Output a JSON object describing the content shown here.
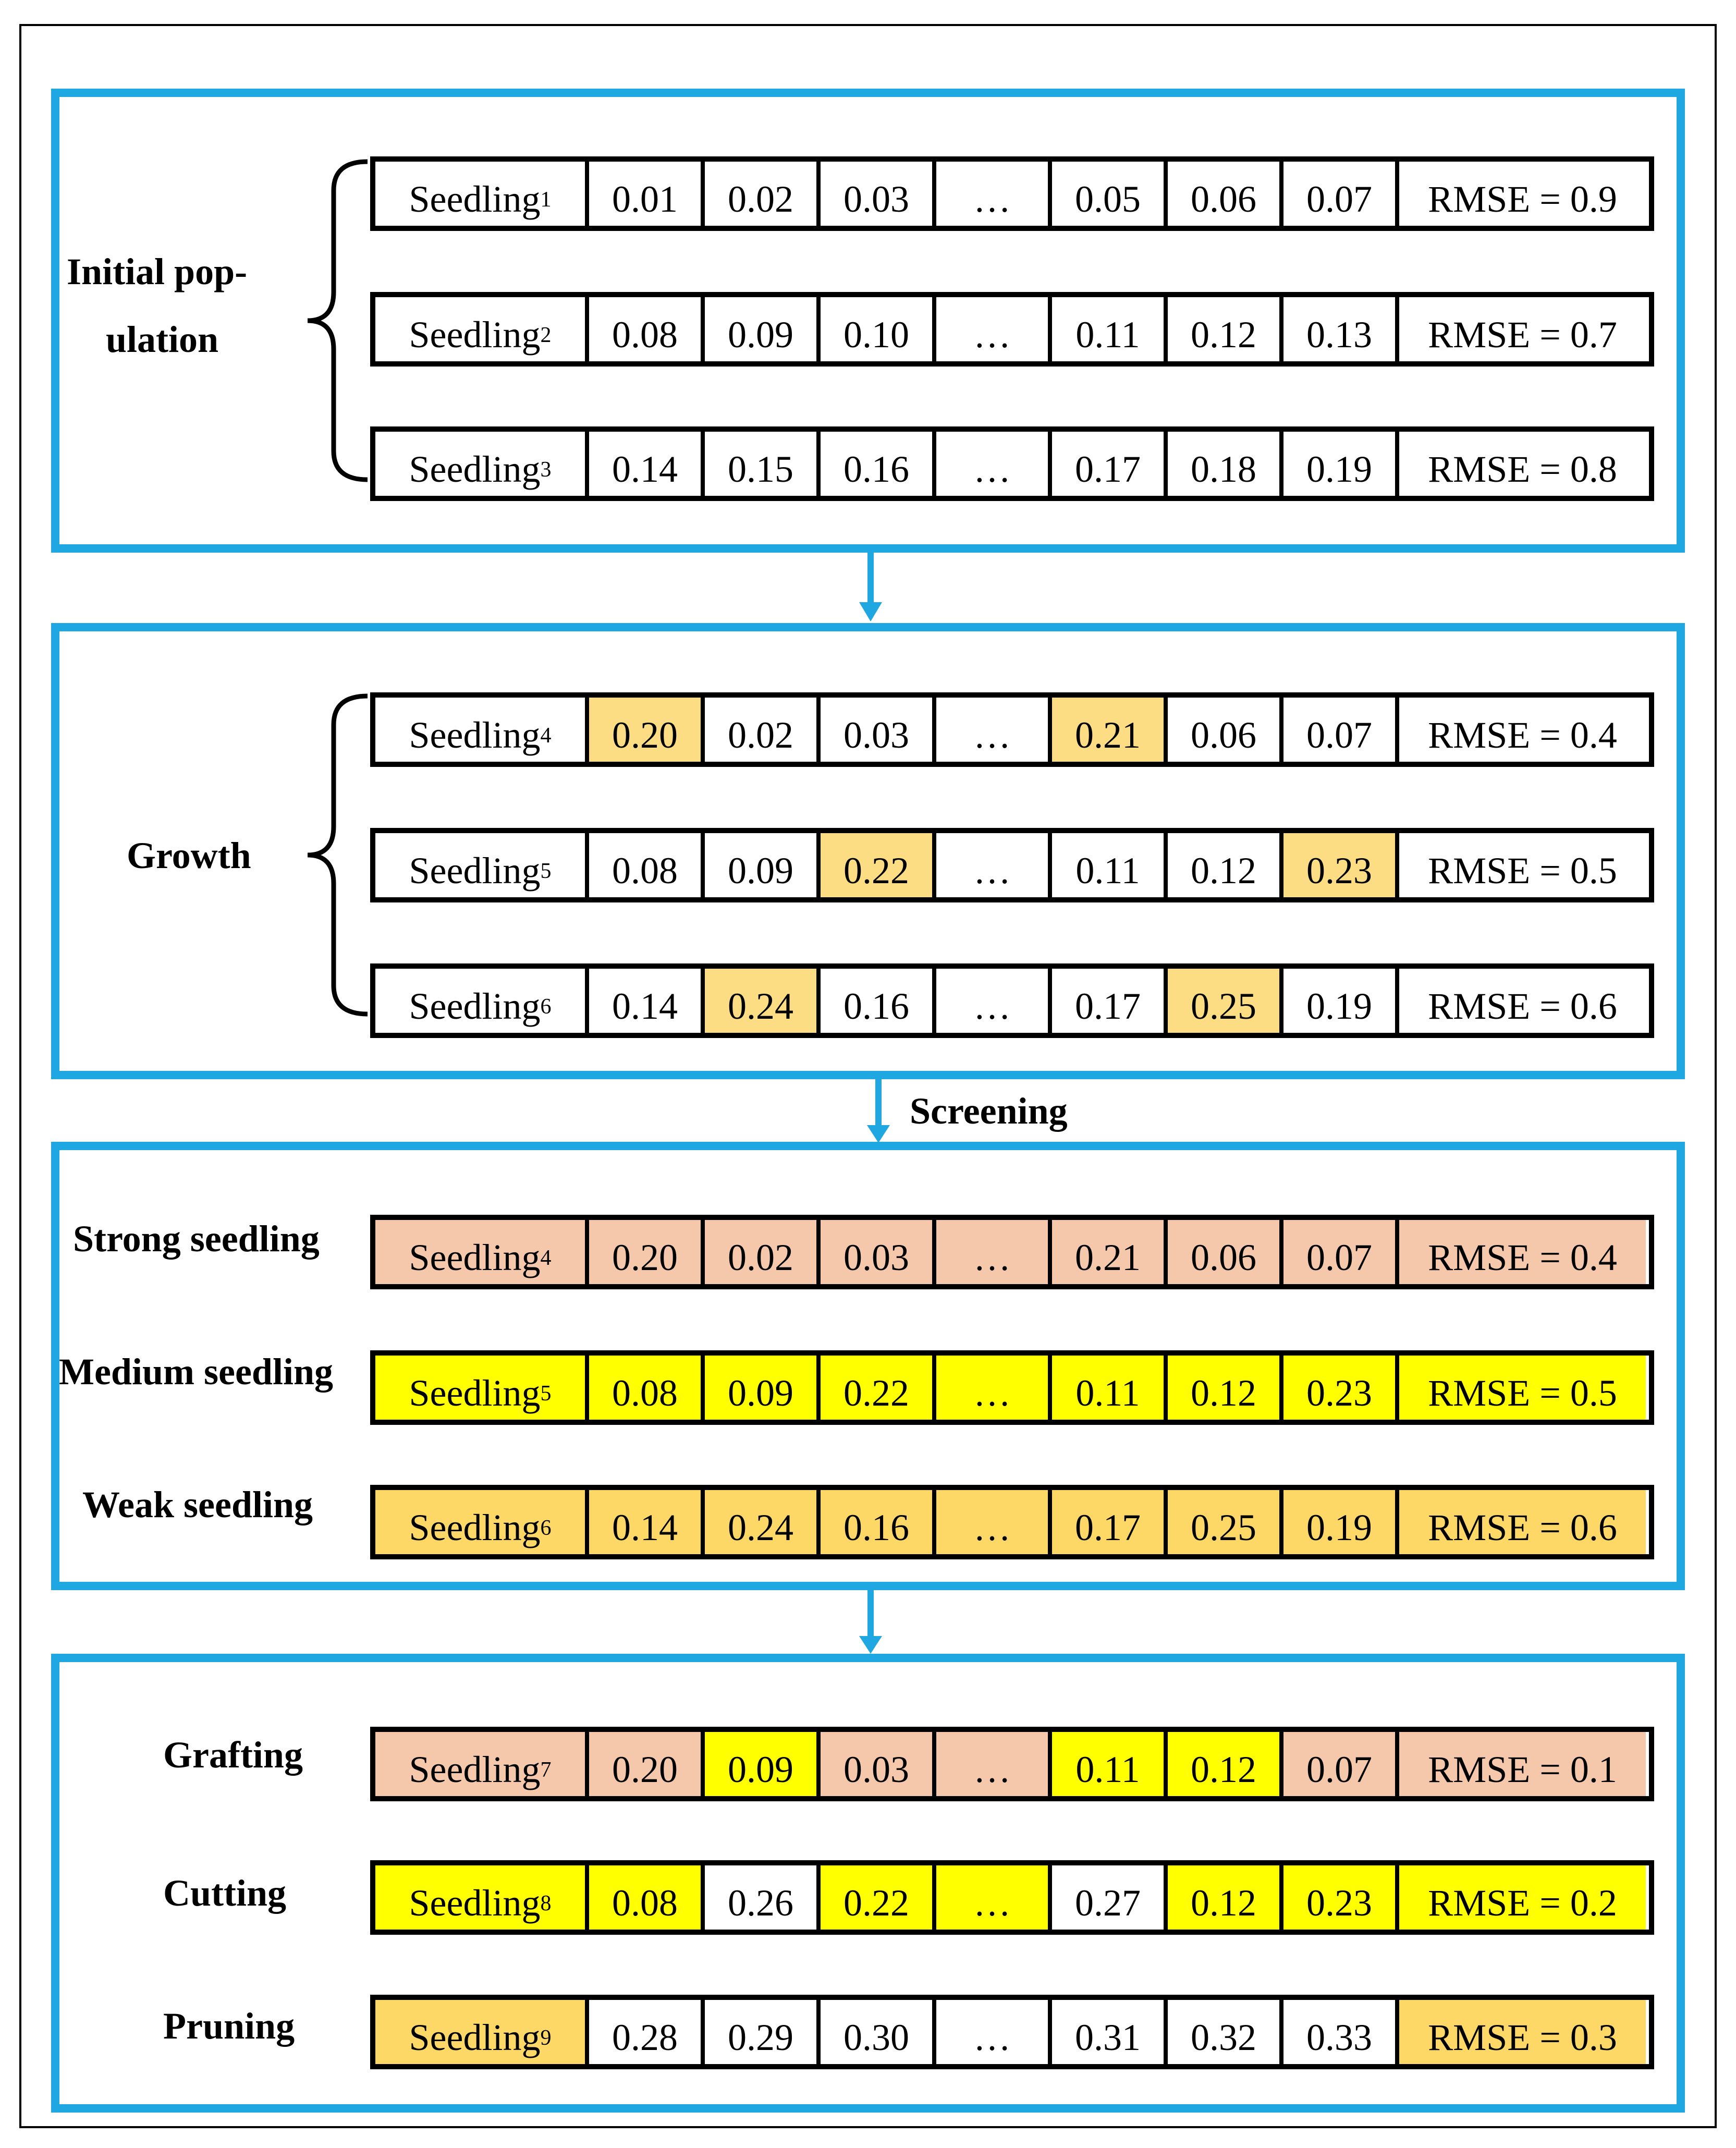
{
  "colors": {
    "panel_border": "#1ea7e1",
    "white": "#ffffff",
    "light_orange": "#fcdd84",
    "salmon": "#f5c8ab",
    "yellow": "#ffff00",
    "gold": "#fdd867"
  },
  "arrows": [
    {
      "label": ""
    },
    {
      "label": "Screening"
    },
    {
      "label": ""
    }
  ],
  "panels": [
    {
      "labels": [
        {
          "lines": [
            "Initial pop-",
            "ulation"
          ]
        }
      ],
      "rows": [
        {
          "name": "Seedling",
          "sub": "1",
          "values": [
            "0.01",
            "0.02",
            "0.03",
            "…",
            "0.05",
            "0.06",
            "0.07"
          ],
          "rmse": "RMSE = 0.9",
          "colors": [
            "white",
            "white",
            "white",
            "white",
            "white",
            "white",
            "white",
            "white",
            "white"
          ]
        },
        {
          "name": "Seedling",
          "sub": "2",
          "values": [
            "0.08",
            "0.09",
            "0.10",
            "…",
            "0.11",
            "0.12",
            "0.13"
          ],
          "rmse": "RMSE = 0.7",
          "colors": [
            "white",
            "white",
            "white",
            "white",
            "white",
            "white",
            "white",
            "white",
            "white"
          ]
        },
        {
          "name": "Seedling",
          "sub": "3",
          "values": [
            "0.14",
            "0.15",
            "0.16",
            "…",
            "0.17",
            "0.18",
            "0.19"
          ],
          "rmse": "RMSE = 0.8",
          "colors": [
            "white",
            "white",
            "white",
            "white",
            "white",
            "white",
            "white",
            "white",
            "white"
          ]
        }
      ]
    },
    {
      "labels": [
        {
          "lines": [
            "Growth"
          ]
        }
      ],
      "rows": [
        {
          "name": "Seedling",
          "sub": "4",
          "values": [
            "0.20",
            "0.02",
            "0.03",
            "…",
            "0.21",
            "0.06",
            "0.07"
          ],
          "rmse": "RMSE = 0.4",
          "colors": [
            "white",
            "light_orange",
            "white",
            "white",
            "white",
            "light_orange",
            "white",
            "white",
            "white"
          ]
        },
        {
          "name": "Seedling",
          "sub": "5",
          "values": [
            "0.08",
            "0.09",
            "0.22",
            "…",
            "0.11",
            "0.12",
            "0.23"
          ],
          "rmse": "RMSE = 0.5",
          "colors": [
            "white",
            "white",
            "white",
            "light_orange",
            "white",
            "white",
            "white",
            "light_orange",
            "white"
          ]
        },
        {
          "name": "Seedling",
          "sub": "6",
          "values": [
            "0.14",
            "0.24",
            "0.16",
            "…",
            "0.17",
            "0.25",
            "0.19"
          ],
          "rmse": "RMSE = 0.6",
          "colors": [
            "white",
            "white",
            "light_orange",
            "white",
            "white",
            "white",
            "light_orange",
            "white",
            "white"
          ]
        }
      ]
    },
    {
      "labels": [
        {
          "lines": [
            "Strong seedling"
          ]
        },
        {
          "lines": [
            "Medium seedling"
          ]
        },
        {
          "lines": [
            "Weak seedling"
          ]
        }
      ],
      "rows": [
        {
          "name": "Seedling",
          "sub": "4",
          "values": [
            "0.20",
            "0.02",
            "0.03",
            "…",
            "0.21",
            "0.06",
            "0.07"
          ],
          "rmse": "RMSE = 0.4",
          "colors": [
            "salmon",
            "salmon",
            "salmon",
            "salmon",
            "salmon",
            "salmon",
            "salmon",
            "salmon",
            "salmon"
          ]
        },
        {
          "name": "Seedling",
          "sub": "5",
          "values": [
            "0.08",
            "0.09",
            "0.22",
            "…",
            "0.11",
            "0.12",
            "0.23"
          ],
          "rmse": "RMSE = 0.5",
          "colors": [
            "yellow",
            "yellow",
            "yellow",
            "yellow",
            "yellow",
            "yellow",
            "yellow",
            "yellow",
            "yellow"
          ]
        },
        {
          "name": "Seedling",
          "sub": "6",
          "values": [
            "0.14",
            "0.24",
            "0.16",
            "…",
            "0.17",
            "0.25",
            "0.19"
          ],
          "rmse": "RMSE = 0.6",
          "colors": [
            "gold",
            "gold",
            "gold",
            "gold",
            "gold",
            "gold",
            "gold",
            "gold",
            "gold"
          ]
        }
      ]
    },
    {
      "labels": [
        {
          "lines": [
            "Grafting"
          ]
        },
        {
          "lines": [
            "Cutting"
          ]
        },
        {
          "lines": [
            "Pruning"
          ]
        }
      ],
      "rows": [
        {
          "name": "Seedling",
          "sub": "7",
          "values": [
            "0.20",
            "0.09",
            "0.03",
            "…",
            "0.11",
            "0.12",
            "0.07"
          ],
          "rmse": "RMSE = 0.1",
          "colors": [
            "salmon",
            "salmon",
            "yellow",
            "salmon",
            "salmon",
            "yellow",
            "yellow",
            "salmon",
            "salmon"
          ]
        },
        {
          "name": "Seedling",
          "sub": "8",
          "values": [
            "0.08",
            "0.26",
            "0.22",
            "…",
            "0.27",
            "0.12",
            "0.23"
          ],
          "rmse": "RMSE = 0.2",
          "colors": [
            "yellow",
            "yellow",
            "white",
            "yellow",
            "yellow",
            "white",
            "yellow",
            "yellow",
            "yellow"
          ]
        },
        {
          "name": "Seedling",
          "sub": "9",
          "values": [
            "0.28",
            "0.29",
            "0.30",
            "…",
            "0.31",
            "0.32",
            "0.33"
          ],
          "rmse": "RMSE = 0.3",
          "colors": [
            "gold",
            "white",
            "white",
            "white",
            "white",
            "white",
            "white",
            "white",
            "gold"
          ]
        }
      ]
    }
  ]
}
